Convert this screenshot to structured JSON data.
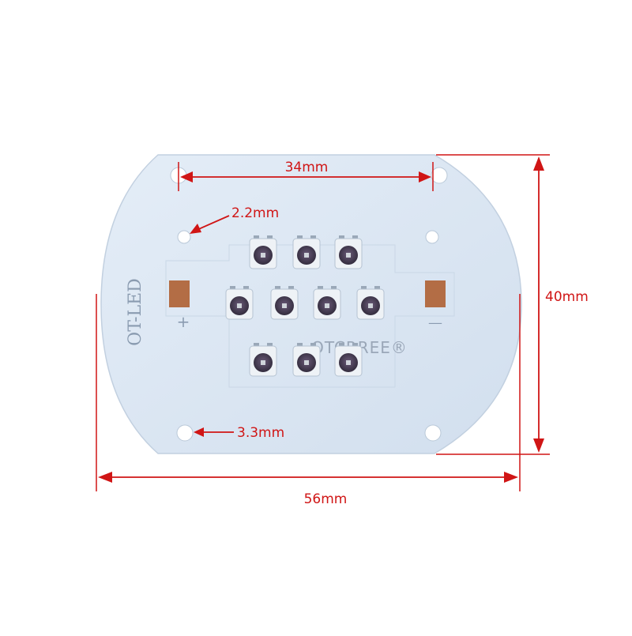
{
  "board": {
    "silkscreen": "OT-LED",
    "plus_label": "+",
    "minus_label": "—",
    "brand": "OTCRREE®",
    "led_count": 10,
    "colors": {
      "board": "#dbe6f2",
      "board_edge": "#c4d2e2",
      "pad": "#b36d45",
      "led_body": "#eef2f6",
      "led_die": "#4a3f55",
      "dimension": "#d01515"
    }
  },
  "dimensions": {
    "hole_spacing": "34mm",
    "small_hole": "2.2mm",
    "large_hole": "3.3mm",
    "height": "40mm",
    "width": "56mm"
  }
}
